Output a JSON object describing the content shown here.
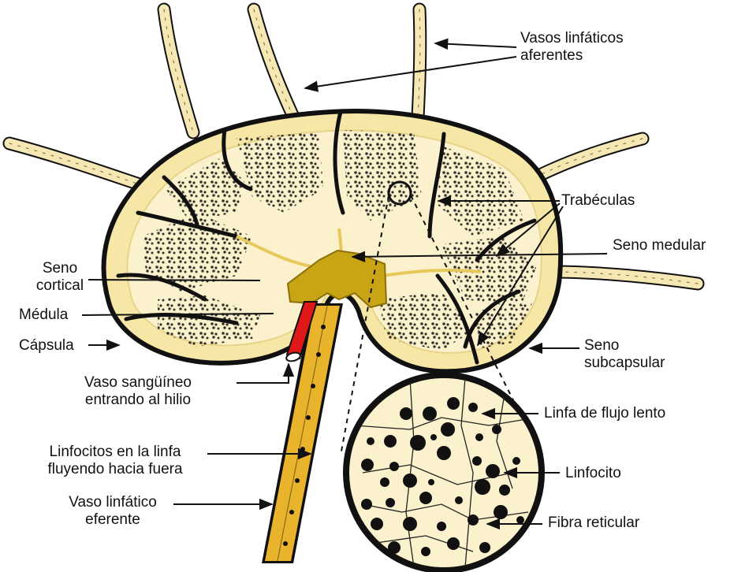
{
  "colors": {
    "node_fill": "#f7e7a6",
    "sinus": "#fdf3cf",
    "cortex_fill": "#fbf1cc",
    "medulla": "#c9a515",
    "efferent": "#e9b32c",
    "blood_vessel": "#e01818",
    "outline": "#111111",
    "lymph_vessel": "#f6e8b4"
  },
  "labels": {
    "afferent": {
      "line1": "Vasos linfáticos",
      "line2": "aferentes"
    },
    "trabeculae": "Trabéculas",
    "medullary_sinus": "Seno medular",
    "subcapsular_sinus": {
      "line1": "Seno",
      "line2": "subcapsular"
    },
    "cortical_sinus": {
      "line1": "Seno",
      "line2": "cortical"
    },
    "medulla": "Médula",
    "capsule": "Cápsula",
    "blood_vessel": {
      "line1": "Vaso sangüíneo",
      "line2": "entrando al hilio"
    },
    "lymphocytes_out": {
      "line1": "Linfocitos en la linfa",
      "line2": "fluyendo hacia fuera"
    },
    "efferent": {
      "line1": "Vaso linfático",
      "line2": "eferente"
    },
    "slow_lymph": "Linfa de flujo lento",
    "lymphocyte": "Linfocito",
    "reticular_fiber": "Fibra reticular"
  }
}
